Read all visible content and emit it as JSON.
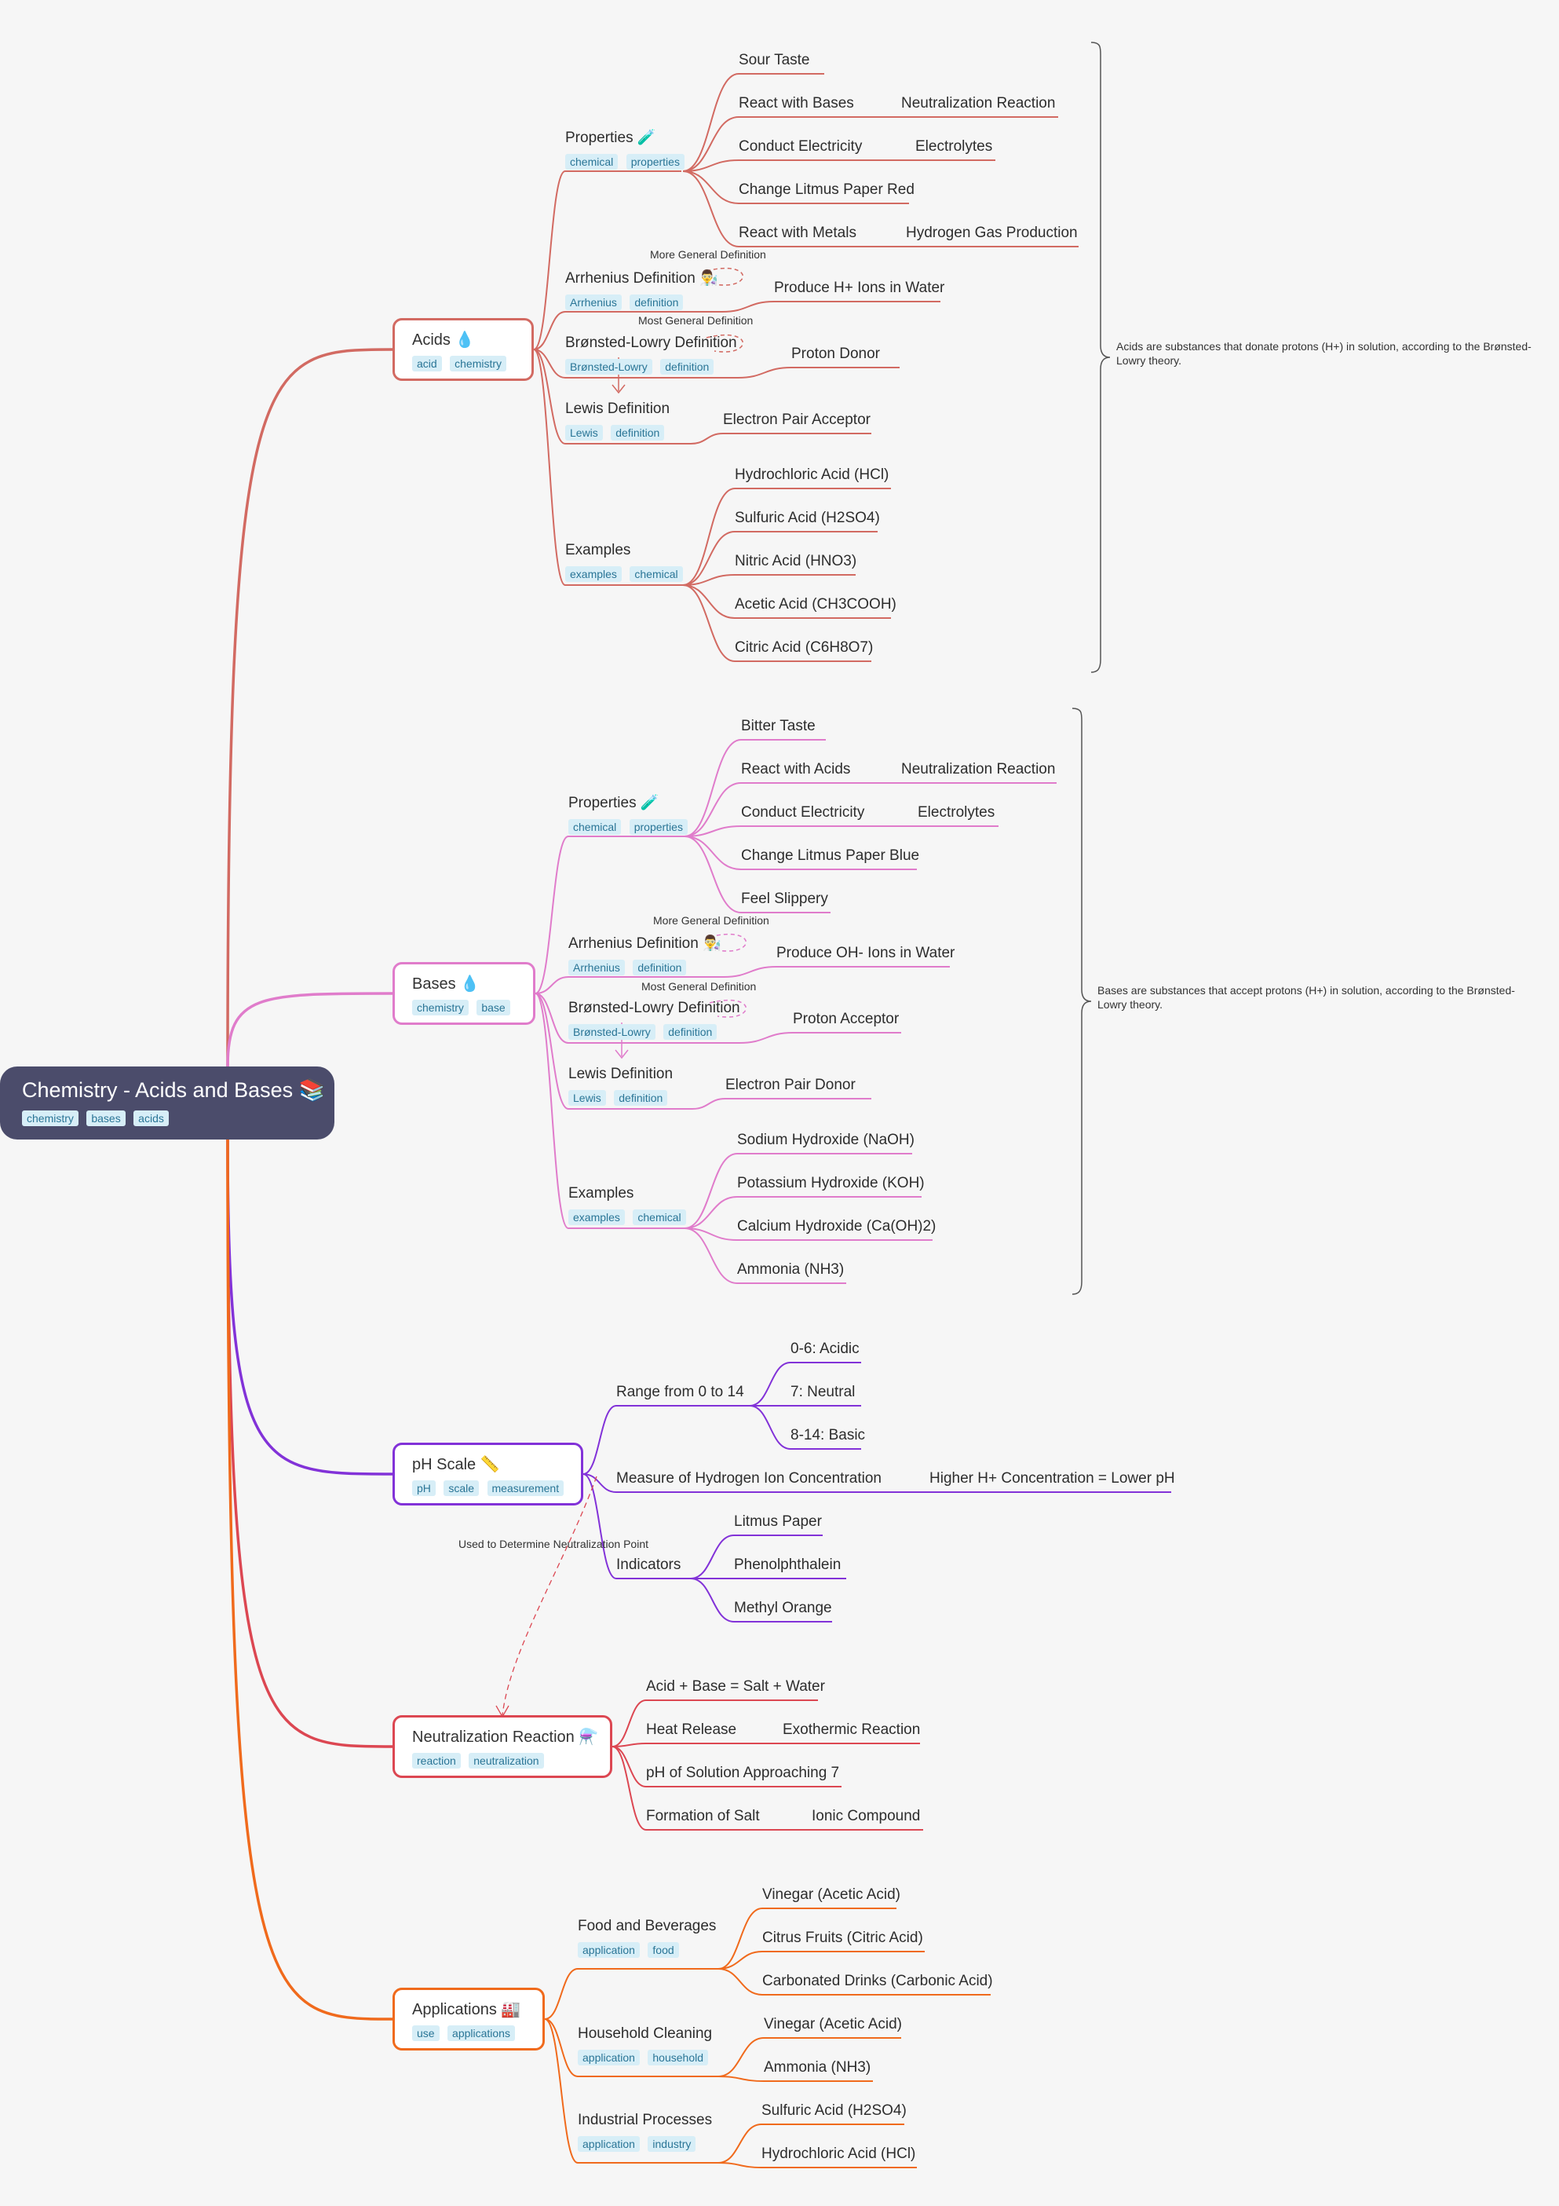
{
  "root": {
    "title": "Chemistry - Acids and Bases 📚",
    "tags": [
      "chemistry",
      "bases",
      "acids"
    ]
  },
  "acids": {
    "title": "Acids 💧",
    "tags": [
      "acid",
      "chemistry"
    ],
    "properties": {
      "title": "Properties 🧪",
      "tags": [
        "chemical",
        "properties"
      ],
      "items": [
        "Sour Taste",
        "React with Bases",
        "Conduct Electricity",
        "Change Litmus Paper Red",
        "React with Metals"
      ],
      "sub": [
        "Neutralization Reaction",
        "Electrolytes",
        "Hydrogen Gas Production"
      ]
    },
    "arrhenius": {
      "title": "Arrhenius Definition 👨‍🔬",
      "tags": [
        "Arrhenius",
        "definition"
      ],
      "item": "Produce H+ Ions in Water"
    },
    "bronsted": {
      "title": "Brønsted-Lowry Definition",
      "tags": [
        "Brønsted-Lowry",
        "definition"
      ],
      "item": "Proton Donor"
    },
    "lewis": {
      "title": "Lewis Definition",
      "tags": [
        "Lewis",
        "definition"
      ],
      "item": "Electron Pair Acceptor"
    },
    "examples": {
      "title": "Examples",
      "tags": [
        "examples",
        "chemical"
      ],
      "items": [
        "Hydrochloric Acid (HCl)",
        "Sulfuric Acid (H2SO4)",
        "Nitric Acid (HNO3)",
        "Acetic Acid (CH3COOH)",
        "Citric Acid (C6H8O7)"
      ]
    },
    "link_more_general": "More General Definition",
    "link_most_general": "Most General Definition",
    "summary": "Acids are substances that donate protons (H+) in solution, according to the Brønsted-Lowry theory."
  },
  "bases": {
    "title": "Bases 💧",
    "tags": [
      "chemistry",
      "base"
    ],
    "properties": {
      "title": "Properties 🧪",
      "tags": [
        "chemical",
        "properties"
      ],
      "items": [
        "Bitter Taste",
        "React with Acids",
        "Conduct Electricity",
        "Change Litmus Paper Blue",
        "Feel Slippery"
      ],
      "sub": [
        "Neutralization Reaction",
        "Electrolytes"
      ]
    },
    "arrhenius": {
      "title": "Arrhenius Definition 👨‍🔬",
      "tags": [
        "Arrhenius",
        "definition"
      ],
      "item": "Produce OH- Ions in Water"
    },
    "bronsted": {
      "title": "Brønsted-Lowry Definition",
      "tags": [
        "Brønsted-Lowry",
        "definition"
      ],
      "item": "Proton Acceptor"
    },
    "lewis": {
      "title": "Lewis Definition",
      "tags": [
        "Lewis",
        "definition"
      ],
      "item": "Electron Pair Donor"
    },
    "examples": {
      "title": "Examples",
      "tags": [
        "examples",
        "chemical"
      ],
      "items": [
        "Sodium Hydroxide (NaOH)",
        "Potassium Hydroxide (KOH)",
        "Calcium Hydroxide (Ca(OH)2)",
        "Ammonia (NH3)"
      ]
    },
    "link_more_general": "More General Definition",
    "link_most_general": "Most General Definition",
    "summary": "Bases are substances that accept protons (H+) in solution, according to the Brønsted-Lowry theory."
  },
  "ph": {
    "title": "pH Scale 📏",
    "tags": [
      "pH",
      "scale",
      "measurement"
    ],
    "range": {
      "label": "Range from 0 to 14",
      "items": [
        "0-6: Acidic",
        "7: Neutral",
        "8-14: Basic"
      ]
    },
    "measure": {
      "label": "Measure of Hydrogen Ion Concentration",
      "sub": "Higher H+ Concentration = Lower pH"
    },
    "indicators": {
      "label": "Indicators",
      "items": [
        "Litmus Paper",
        "Phenolphthalein",
        "Methyl Orange"
      ]
    },
    "link_used": "Used to Determine Neutralization Point"
  },
  "neutral": {
    "title": "Neutralization Reaction ⚗️",
    "tags": [
      "reaction",
      "neutralization"
    ],
    "items": [
      "Acid + Base = Salt + Water",
      "Heat Release",
      "pH of Solution Approaching 7",
      "Formation of Salt"
    ],
    "sub": [
      "Exothermic Reaction",
      "Ionic Compound"
    ]
  },
  "apps": {
    "title": "Applications 🏭",
    "tags": [
      "use",
      "applications"
    ],
    "food": {
      "title": "Food and Beverages",
      "tags": [
        "application",
        "food"
      ],
      "items": [
        "Vinegar (Acetic Acid)",
        "Citrus Fruits (Citric Acid)",
        "Carbonated Drinks (Carbonic Acid)"
      ]
    },
    "household": {
      "title": "Household Cleaning",
      "tags": [
        "application",
        "household"
      ],
      "items": [
        "Vinegar (Acetic Acid)",
        "Ammonia (NH3)"
      ]
    },
    "industrial": {
      "title": "Industrial Processes",
      "tags": [
        "application",
        "industry"
      ],
      "items": [
        "Sulfuric Acid (H2SO4)",
        "Hydrochloric Acid (HCl)"
      ]
    }
  },
  "colors": {
    "acids": "#d26a62",
    "bases": "#e07ccb",
    "ph": "#8232d8",
    "neutral": "#dc4752",
    "apps": "#f06a1c"
  }
}
